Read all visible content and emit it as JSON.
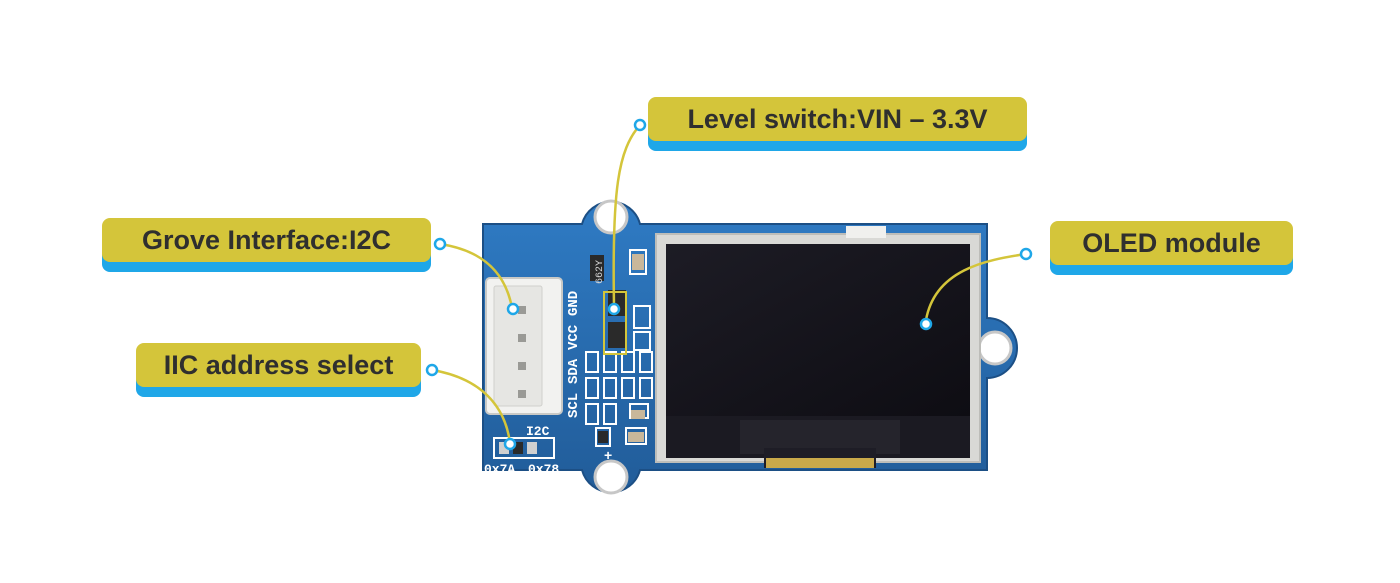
{
  "callouts": {
    "grove_interface": "Grove Interface:I2C",
    "iic_address": "IIC address select",
    "level_switch": "Level switch:VIN – 3.3V",
    "oled_module": "OLED module"
  },
  "board": {
    "pin_labels": [
      "SCL",
      "SDA",
      "VCC",
      "GND"
    ],
    "i2c_label": "I2C",
    "address_options": [
      "0x7A",
      "0x78"
    ],
    "chip_marking": "662Y",
    "plus_mark": "+"
  },
  "colors": {
    "label_fill": "#d4c53a",
    "label_shadow": "#1fa7e8",
    "label_text": "#2f2f2f",
    "pcb_blue": "#2a6fb5",
    "leader_line": "#d4c53a",
    "marker_dot": "#1fa7e8",
    "oled_panel": "#15141c"
  }
}
